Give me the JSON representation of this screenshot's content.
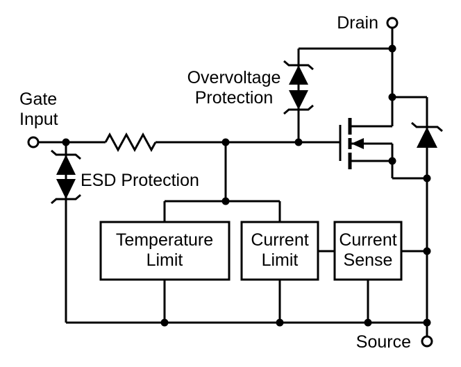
{
  "labels": {
    "drain": "Drain",
    "source": "Source",
    "gate_line1": "Gate",
    "gate_line2": "Input",
    "overvoltage_line1": "Overvoltage",
    "overvoltage_line2": "Protection",
    "esd": "ESD Protection"
  },
  "blocks": {
    "temperature_limit": {
      "line1": "Temperature",
      "line2": "Limit"
    },
    "current_limit": {
      "line1": "Current",
      "line2": "Limit"
    },
    "current_sense": {
      "line1": "Current",
      "line2": "Sense"
    }
  },
  "colors": {
    "line": "#000000",
    "background": "#ffffff"
  }
}
